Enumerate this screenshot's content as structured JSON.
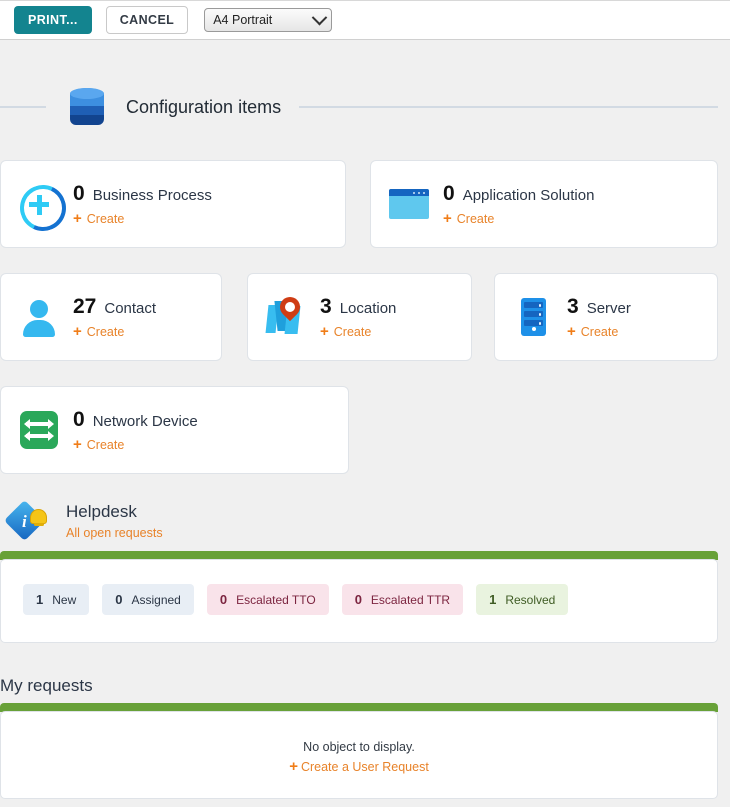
{
  "print_toolbar": {
    "print_label": "PRINT...",
    "cancel_label": "CANCEL",
    "paper_size": "A4 Portrait",
    "paper_options": [
      "A4 Portrait"
    ]
  },
  "configuration_items": {
    "title": "Configuration items",
    "icon": "database-icon",
    "create_label": "Create",
    "cards": [
      {
        "count": "0",
        "label": "Business Process",
        "icon": "business-process-icon",
        "create_label": "Create"
      },
      {
        "count": "0",
        "label": "Application Solution",
        "icon": "application-window-icon",
        "create_label": "Create"
      },
      {
        "count": "27",
        "label": "Contact",
        "icon": "person-icon",
        "create_label": "Create"
      },
      {
        "count": "3",
        "label": "Location",
        "icon": "map-pin-icon",
        "create_label": "Create"
      },
      {
        "count": "3",
        "label": "Server",
        "icon": "server-rack-icon",
        "create_label": "Create"
      },
      {
        "count": "0",
        "label": "Network Device",
        "icon": "network-device-icon",
        "create_label": "Create"
      }
    ]
  },
  "helpdesk": {
    "title": "Helpdesk",
    "subtitle": "All open requests",
    "icon": "info-bell-icon",
    "badges": [
      {
        "count": "1",
        "label": "New",
        "bg": "#e8eef5",
        "fg": "#2b3646"
      },
      {
        "count": "0",
        "label": "Assigned",
        "bg": "#e8eef5",
        "fg": "#2b3646"
      },
      {
        "count": "0",
        "label": "Escalated TTO",
        "bg": "#f9e3ea",
        "fg": "#7c2540"
      },
      {
        "count": "0",
        "label": "Escalated TTR",
        "bg": "#f9e3ea",
        "fg": "#7c2540"
      },
      {
        "count": "1",
        "label": "Resolved",
        "bg": "#e9f3df",
        "fg": "#3f5c24"
      }
    ]
  },
  "my_requests": {
    "title": "My requests",
    "empty_message": "No object to display.",
    "create_label": "Create a User Request"
  },
  "colors": {
    "accent_green": "#68a138",
    "link_orange": "#e8832a",
    "print_teal": "#13848f",
    "page_bg": "#f0f0f0"
  }
}
